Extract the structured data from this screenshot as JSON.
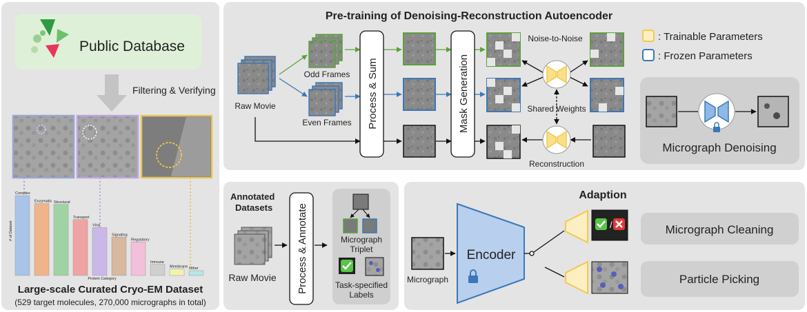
{
  "left": {
    "database_label": "Public Database",
    "filter_label": "Filtering & Verifying",
    "bar_chart_ylabel": "# of Dataset",
    "bar_chart_xlabel": "Protein Category",
    "title": "Large-scale Curated Cryo-EM Dataset",
    "subtitle": "(529 target molecules, 270,000 micrographs in total)"
  },
  "pretrain": {
    "title": "Pre-training of Denoising-Reconstruction Autoencoder",
    "raw_movie": "Raw Movie",
    "odd_frames": "Odd Frames",
    "even_frames": "Even Frames",
    "process_sum": "Process & Sum",
    "mask_generation": "Mask Generation",
    "noise_to_noise": "Noise-to-Noise",
    "shared_weights": "Shared Weights",
    "reconstruction": "Reconstruction"
  },
  "legend": {
    "trainable": ": Trainable Parameters",
    "frozen": ": Frozen Parameters",
    "trainable_color": "#f3c94b",
    "frozen_color": "#3a78b8"
  },
  "denoise": {
    "label": "Micrograph Denoising"
  },
  "annotate": {
    "title_line1": "Annotated",
    "title_line2": "Datasets",
    "raw_movie": "Raw Movie",
    "process_annotate": "Process & Annotate",
    "triplet_line1": "Micrograph",
    "triplet_line2": "Triplet",
    "labels_line1": "Task-specified",
    "labels_line2": "Labels"
  },
  "adaption": {
    "title": "Adaption",
    "encoder": "Encoder",
    "micrograph": "Micrograph",
    "cleaning": "Micrograph Cleaning",
    "picking": "Particle Picking",
    "slash": "/"
  },
  "chart_data": {
    "type": "bar",
    "xlabel": "Protein Category",
    "ylabel": "# of Dataset",
    "categories": [
      "Complex",
      "Enzymatic",
      "Structural",
      "Transport",
      "Viral",
      "Signaling",
      "Regulatory",
      "Immune",
      "Membrane",
      "Other"
    ],
    "values": [
      100,
      90,
      89,
      70,
      60,
      48,
      42,
      14,
      8,
      6
    ],
    "colors": [
      "#a9c4e8",
      "#f0b48a",
      "#9fd3a4",
      "#f0a3a3",
      "#c9b8e8",
      "#d8b89e",
      "#f2c0da",
      "#cfcfcf",
      "#f2f2b0",
      "#b7e6e6"
    ]
  }
}
